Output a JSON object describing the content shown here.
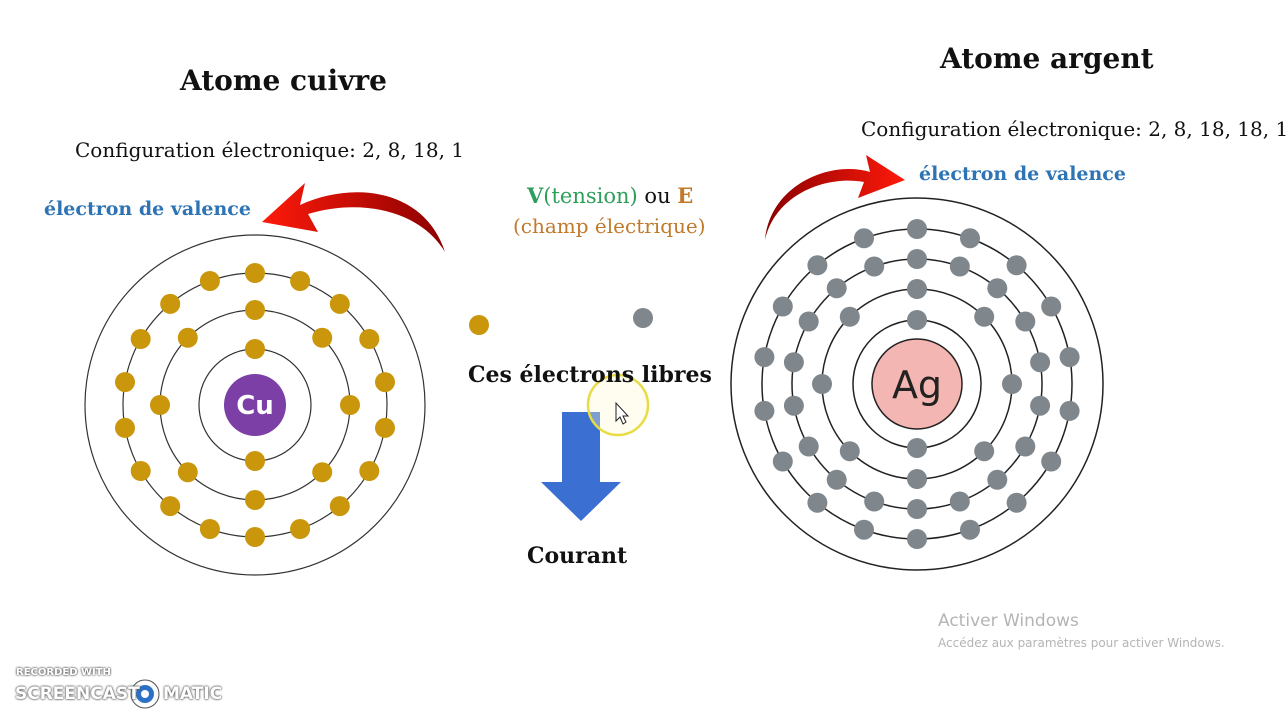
{
  "copper": {
    "title": "Atome cuivre",
    "config": "Configuration électronique: 2, 8, 18, 1",
    "valence_label": "électron de valence",
    "symbol": "Cu",
    "shells": [
      2,
      8,
      18,
      1
    ],
    "electron_color": "#c9960c",
    "nucleus_color": "#7b3fa6"
  },
  "silver": {
    "title": "Atome argent",
    "config": "Configuration électronique: 2, 8, 18, 18, 1",
    "valence_label": "électron de valence",
    "symbol": "Ag",
    "shells": [
      2,
      8,
      18,
      18,
      1
    ],
    "electron_color": "#7f878c",
    "nucleus_color": "#f4b6b2"
  },
  "middle": {
    "voltage_v": "V",
    "voltage_text": "(tension)",
    "or_text": " ou ",
    "field_e": "E",
    "field_text": "(champ électrique)",
    "free_electrons": "Ces électrons libres",
    "current": "Courant",
    "v_color": "#2e9e5b",
    "e_color": "#c07a2a"
  },
  "watermark": {
    "title": "Activer Windows",
    "subtitle": "Accédez aux paramètres pour activer Windows."
  },
  "recorder": {
    "line1": "RECORDED WITH",
    "line2a": "SCREENCAST",
    "line2b": "MATIC"
  }
}
